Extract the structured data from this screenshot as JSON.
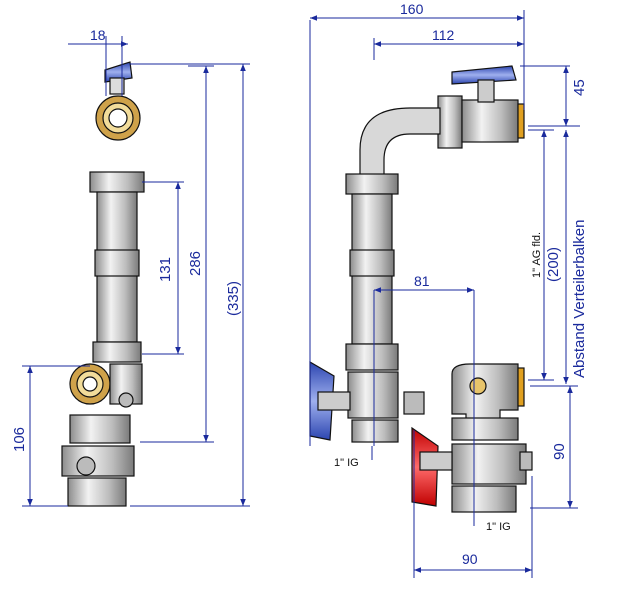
{
  "dimensions": {
    "width_18": "18",
    "width_160": "160",
    "width_112": "112",
    "height_45": "45",
    "height_131": "131",
    "height_286": "286",
    "height_335": "(335)",
    "height_106": "106",
    "width_81": "81",
    "height_200": "(200)",
    "height_90": "90",
    "width_90": "90"
  },
  "labels": {
    "ag_flat": "1\" AG fld.",
    "ig_left": "1\" IG",
    "ig_right": "1\" IG",
    "distributor_distance": "Abstand Verteilerbalken"
  },
  "colors": {
    "dimension_line": "#1a2a9c",
    "outline": "#111111",
    "handle_blue": "#4a63c8",
    "handle_red": "#e02020",
    "gold_ring": "#e8c46a",
    "pipe_grey": "#cfcfcf"
  }
}
